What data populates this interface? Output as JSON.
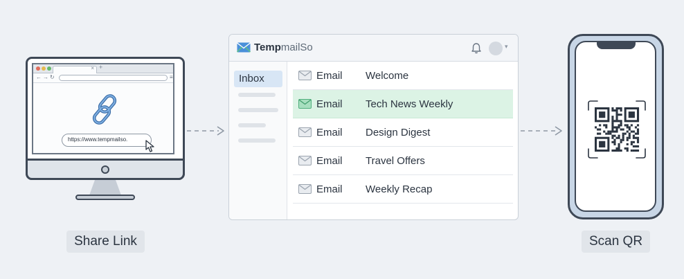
{
  "monitor": {
    "url": "https://www.tempmailso.",
    "label": "Share Link"
  },
  "mail_window": {
    "brand": {
      "part1": "Temp",
      "part2": "mailSo"
    },
    "sidebar": {
      "inbox_label": "Inbox"
    },
    "rows": [
      {
        "type": "Email",
        "subject": "Welcome",
        "selected": false
      },
      {
        "type": "Email",
        "subject": "Tech News Weekly",
        "selected": true
      },
      {
        "type": "Email",
        "subject": "Design Digest",
        "selected": false
      },
      {
        "type": "Email",
        "subject": "Travel Offers",
        "selected": false
      },
      {
        "type": "Email",
        "subject": "Weekly Recap",
        "selected": false
      }
    ]
  },
  "phone": {
    "label": "Scan QR"
  },
  "colors": {
    "accent_blue": "#4a90d9",
    "accent_green": "#5cc08a",
    "selected_row": "#dcf3e5",
    "inbox_highlight": "#d8e6f5",
    "outline": "#3e4856"
  },
  "icons": {
    "link": "chain-link-icon",
    "cursor": "mouse-pointer-icon",
    "brand": "envelope-logo-icon",
    "bell": "bell-icon",
    "avatar": "avatar",
    "envelope": "envelope-icon",
    "qr": "qr-code-icon"
  }
}
